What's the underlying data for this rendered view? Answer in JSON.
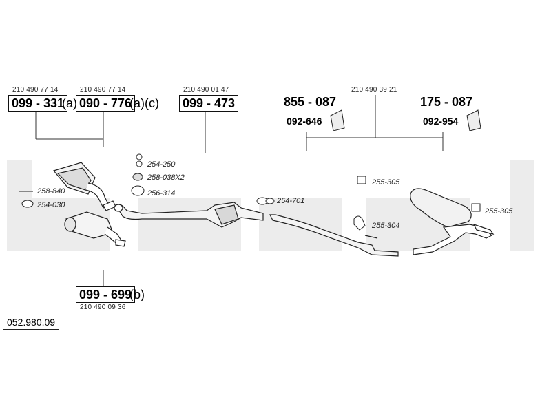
{
  "watermark_color": "#ececec",
  "groups": {
    "g1": {
      "oe": "210 490 77 14",
      "part": "099 - 331",
      "note": "(a)"
    },
    "g2": {
      "oe": "210 490 77 14",
      "part": "090 - 776",
      "note": "(a)(c)"
    },
    "g3": {
      "oe": "210 490 01 47",
      "part": "099 - 473"
    },
    "g4": {
      "oe": "210 490 09 36",
      "part": "099 - 699",
      "note": "(b)"
    },
    "g5": {
      "oe": "210 490 39 21",
      "left_part": "855 - 087",
      "left_mount": "092-646",
      "right_part": "175 - 087",
      "right_mount": "092-954"
    }
  },
  "accessories": {
    "a254_250": "254-250",
    "a258_038": "258-038X2",
    "a256_314": "256-314",
    "a258_840": "258-840",
    "a254_030": "254-030",
    "a254_701": "254-701",
    "a255_305a": "255-305",
    "a255_304": "255-304",
    "a255_305b": "255-305"
  },
  "reference_number": "052.980.09"
}
